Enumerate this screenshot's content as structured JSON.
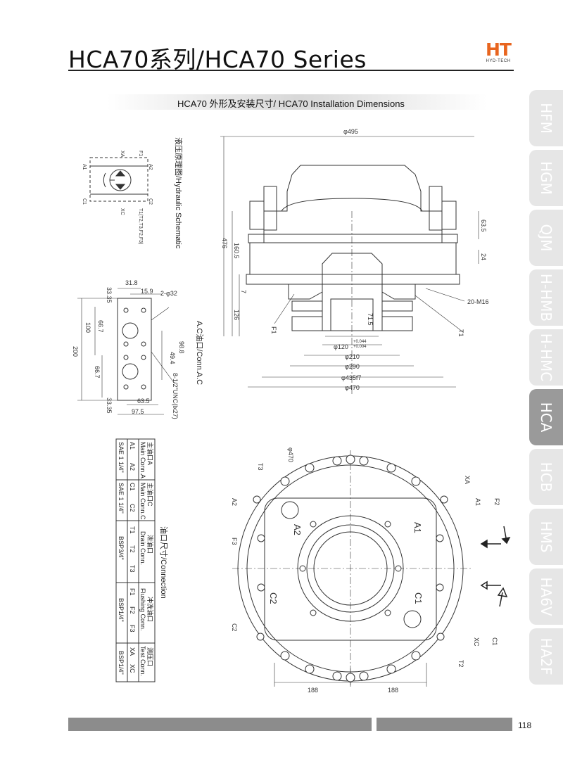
{
  "header": {
    "title": "HCA70系列/HCA70 Series",
    "logo_mark": "HT",
    "logo_sub": "HYD-TECH",
    "subheading": "HCA70 外形及安装尺寸/ HCA70 Installation Dimensions"
  },
  "side_tabs": [
    {
      "label": "HFM",
      "active": false
    },
    {
      "label": "HGM",
      "active": false
    },
    {
      "label": "QJM",
      "active": false
    },
    {
      "label": "H-HMB",
      "active": false
    },
    {
      "label": "H-HMC",
      "active": false
    },
    {
      "label": "HCA",
      "active": true
    },
    {
      "label": "HCB",
      "active": false
    },
    {
      "label": "HMS",
      "active": false
    },
    {
      "label": "HA6V",
      "active": false
    },
    {
      "label": "HA2F",
      "active": false
    }
  ],
  "labels": {
    "hydraulic_schematic": "液压原理图/Hydraulic Schematic",
    "conn_ac": "A.C油口/Conn.A.C",
    "connection": "油口尺寸/Connection"
  },
  "schematic": {
    "a1": "A1",
    "a2": "A2",
    "c1": "C1",
    "c2": "C2",
    "xa": "XA",
    "xc": "XC",
    "f1": "F1",
    "t1": "T1(T2,T3,F2,F3)"
  },
  "port_dims": {
    "d318": "31.8",
    "d159": "15.9",
    "d3335a": "33.35",
    "d3335b": "33.35",
    "d667a": "66.7",
    "d667b": "66.7",
    "d100": "100",
    "d200": "200",
    "d988": "98.8",
    "d494": "49.4",
    "d635": "63.5",
    "d975": "97.5",
    "hole": "2-φ32",
    "thread": "8-1/2\"UNC(lx27)"
  },
  "side_view_dims": {
    "d495": "φ495",
    "d476": "476",
    "d1605": "160.5",
    "d7": "7",
    "d126": "126",
    "d635": "63.5",
    "d24": "24",
    "d715": "71.5",
    "m16": "20-M16",
    "d120": "φ120",
    "d120tol_up": "+0.044",
    "d120tol_dn": "+0.004",
    "d210": "φ210",
    "d290": "φ290",
    "d435": "φ435f7",
    "d470": "φ470",
    "f1": "F1",
    "t1": "T1"
  },
  "front_view_dims": {
    "d470": "φ470",
    "d188a": "188",
    "d188b": "188",
    "t3": "T3",
    "a2": "A2",
    "f3": "F3",
    "c2": "C2",
    "xa": "XA",
    "a1": "A1",
    "f2": "F2",
    "xc": "XC",
    "c1": "C1",
    "t2": "T2"
  },
  "connection_table": {
    "groups": [
      {
        "header_cn": "主油口A",
        "header_en": "Main Conn.A",
        "ports": [
          "A1",
          "A2"
        ],
        "size": "SAE 1 1/4\""
      },
      {
        "header_cn": "主油口C",
        "header_en": "Main Conn.C",
        "ports": [
          "C1",
          "C2"
        ],
        "size": "SAE 1 1/4\""
      },
      {
        "header_cn": "泄油口",
        "header_en": "Drain Conn.",
        "ports": [
          "T1",
          "T2",
          "T3"
        ],
        "size": "BSP3/4\""
      },
      {
        "header_cn": "冲洗油口",
        "header_en": "Flushing Conn.",
        "ports": [
          "F1",
          "F2",
          "F3"
        ],
        "size": "BSP1/4\""
      },
      {
        "header_cn": "测压口",
        "header_en": "Test Conn.",
        "ports": [
          "XA",
          "XC"
        ],
        "size": "BSP1/4\""
      }
    ]
  },
  "footer": {
    "page_number": "118"
  },
  "colors": {
    "accent": "#e8651f",
    "tab": "#e6e6e6",
    "tab_active": "#9a9a9a",
    "footer": "#8c8c8c"
  }
}
